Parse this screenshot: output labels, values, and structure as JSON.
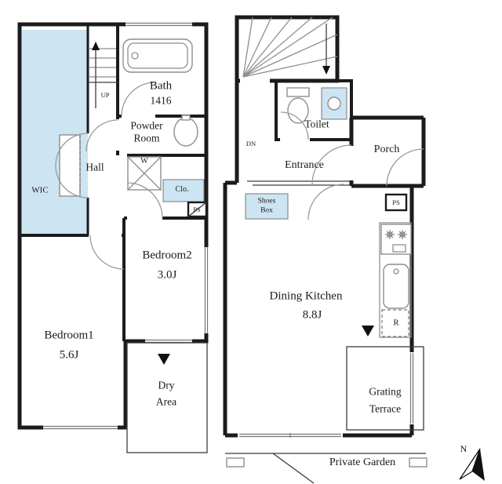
{
  "plan": {
    "left_unit": {
      "bath": {
        "name": "Bath",
        "size": "1416"
      },
      "powder_room": {
        "line1": "Powder",
        "line2": "Room"
      },
      "hall": {
        "name": "Hall"
      },
      "washer": {
        "abbr": "W"
      },
      "closet": {
        "abbr": "Clo."
      },
      "pipe_space": {
        "abbr": "PS"
      },
      "wic": {
        "abbr": "WIC"
      },
      "bedroom2": {
        "name": "Bedroom2",
        "size": "3.0J"
      },
      "bedroom1": {
        "name": "Bedroom1",
        "size": "5.6J"
      },
      "dry_area": {
        "line1": "Dry",
        "line2": "Area"
      },
      "stairs_up": {
        "abbr": "UP"
      }
    },
    "right_unit": {
      "toilet": {
        "name": "Toilet"
      },
      "entrance": {
        "name": "Entrance"
      },
      "porch": {
        "name": "Porch"
      },
      "shoes_box": {
        "line1": "Shoes",
        "line2": "Box"
      },
      "pipe_space": {
        "abbr": "PS"
      },
      "dining_kitchen": {
        "name": "Dining Kitchen",
        "size": "8.8J"
      },
      "refrigerator": {
        "abbr": "R"
      },
      "grating_terrace": {
        "line1": "Grating",
        "line2": "Terrace"
      },
      "private_garden": {
        "name": "Private Garden"
      },
      "stairs_down": {
        "abbr": "DN"
      }
    },
    "compass": {
      "north": "N"
    },
    "colors": {
      "wall": "#1b1b1b",
      "water_blue": "#cde4f2",
      "fixture": "#8e8e8e"
    }
  }
}
